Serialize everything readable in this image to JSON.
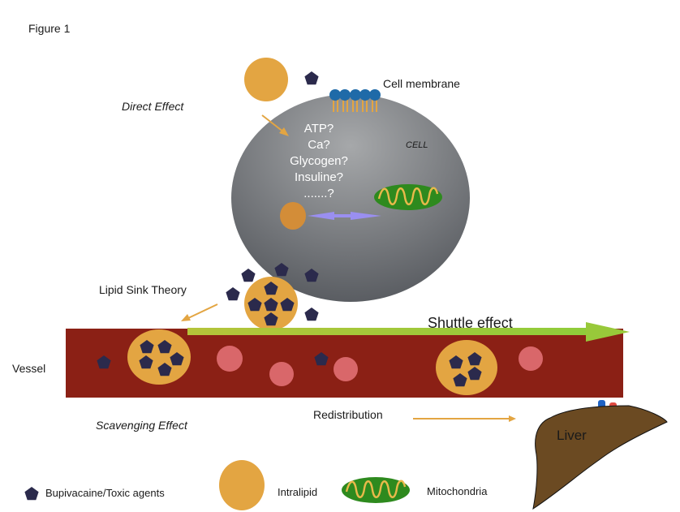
{
  "figure_label": "Figure 1",
  "labels": {
    "direct_effect": "Direct Effect",
    "cell_membrane": "Cell membrane",
    "cell": "CELL",
    "lipid_sink": "Lipid Sink Theory",
    "shuttle": "Shuttle effect",
    "vessel": "Vessel",
    "scavenging": "Scavenging Effect",
    "redistribution": "Redistribution",
    "liver": "Liver"
  },
  "cell_questions": [
    "ATP?",
    "Ca?",
    "Glycogen?",
    "Insuline?",
    ".......?"
  ],
  "legend": [
    {
      "icon": "pentagon-icon",
      "label": "Bupivacaine/Toxic agents"
    },
    {
      "icon": "intralipid-icon",
      "label": "Intralipid"
    },
    {
      "icon": "mitochondria-icon",
      "label": "Mitochondria"
    }
  ],
  "colors": {
    "toxic": "#2b2a4c",
    "intralipid": "#e3a542",
    "vessel": "#8b2015",
    "rbc": "#d9676a",
    "shuttle_arrow": "#a6c43a",
    "mitochondria": "#2e8a1e",
    "membrane": "#1f6aa8",
    "liver": "#6b4a22",
    "arrow": "#e3a542",
    "double_arrow": "#9a8ff0"
  }
}
